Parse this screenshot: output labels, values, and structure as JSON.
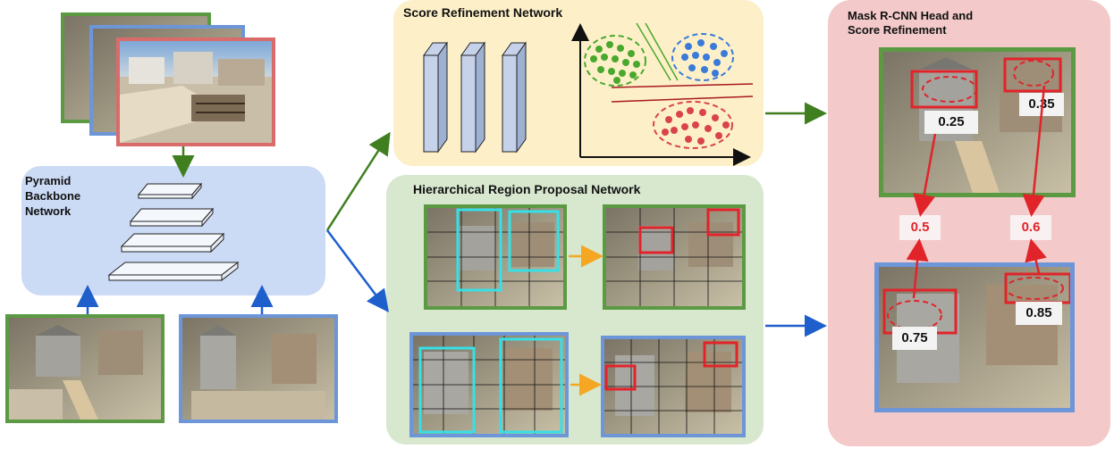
{
  "colors": {
    "green_frame": "#5b9a42",
    "blue_frame": "#6d96d8",
    "red_frame": "#d96b6b",
    "backbone_bg": "#cbdaf5",
    "score_refine_bg": "#fdf0c8",
    "hrpn_bg": "#d7e8cf",
    "head_bg": "#f3c9c9",
    "cyan_box": "#36e0e6",
    "red_box": "#e0242a",
    "orange_arrow": "#f5a623",
    "green_arrow": "#3f7f1f",
    "blue_arrow": "#1f5fcc",
    "red_arrow": "#e0242a"
  },
  "backbone": {
    "title": "Pyramid Backbone Network"
  },
  "score_refinement": {
    "title": "Score Refinement Network"
  },
  "hrpn": {
    "title": "Hierarchical Region Proposal Network"
  },
  "head": {
    "title": "Mask R-CNN Head and Score Refinement",
    "scores": {
      "top_left": "0.25",
      "top_right": "0.35",
      "mid_left": "0.5",
      "mid_right": "0.6",
      "bottom_left": "0.75",
      "bottom_right": "0.85"
    }
  },
  "icons": {
    "aerial_photo": "aerial-house-photo-icon",
    "cluster_plot": "scatter-cluster-icon",
    "layer_block": "cnn-layer-icon"
  }
}
